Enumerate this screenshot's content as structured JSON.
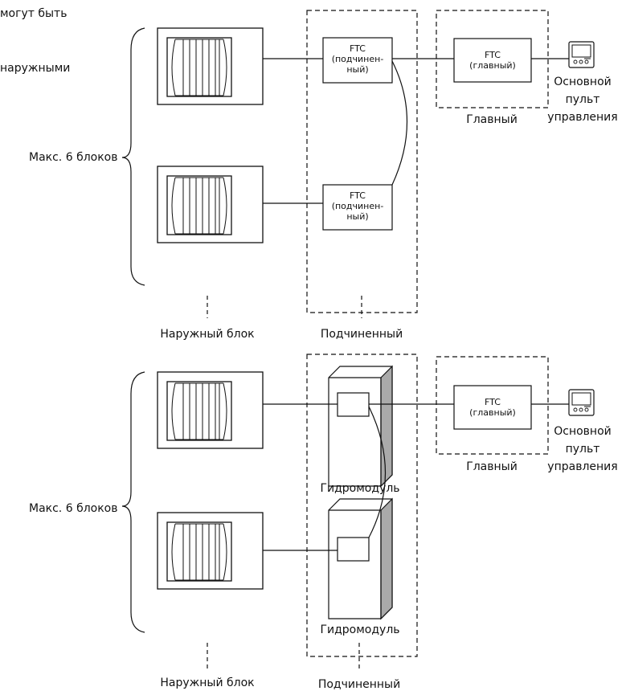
{
  "top": {
    "intro_line1": "могут быть",
    "intro_line2": "наружными",
    "max_units": "Макс. 6 блоков",
    "outdoor_unit_label": "Наружный блок",
    "slave_group_label": "Подчиненный",
    "main_group_label": "Главный",
    "ftc_slave": {
      "title": "FTC",
      "line1": "(подчинен-",
      "line2": "ный)"
    },
    "ftc_main": {
      "title": "FTC",
      "line1": "(главный)"
    },
    "remote": {
      "line1": "Основной",
      "line2": "пульт",
      "line3": "управления"
    }
  },
  "bottom": {
    "max_units": "Макс. 6 блоков",
    "hydromodule_label": "Гидромодуль",
    "outdoor_unit_label": "Наружный блок",
    "slave_group_label": "Подчиненный",
    "main_group_label": "Главный",
    "ftc_main": {
      "title": "FTC",
      "line1": "(главный)"
    },
    "remote": {
      "line1": "Основной",
      "line2": "пульт",
      "line3": "управления"
    }
  }
}
